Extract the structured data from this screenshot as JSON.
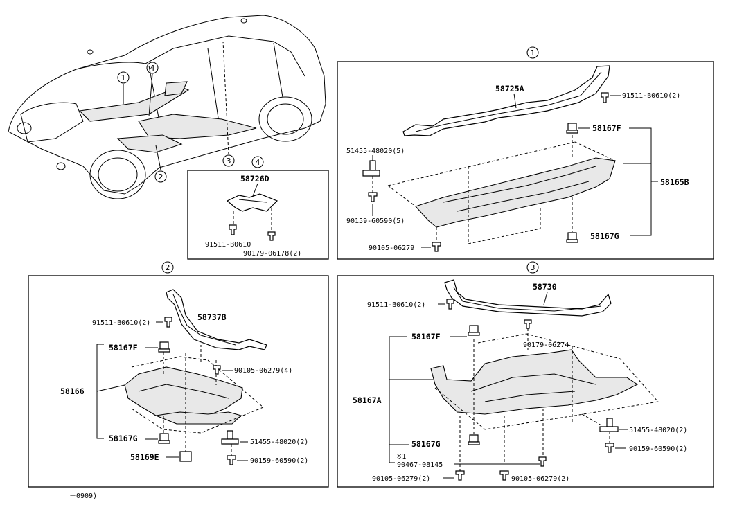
{
  "callouts": {
    "c1": "1",
    "c2": "2",
    "c3": "3",
    "c4": "4"
  },
  "panel1": {
    "marker": "1",
    "labels": {
      "p58725A": "58725A",
      "p91511": "91511-B0610(2)",
      "p58167F": "58167F",
      "p51455": "51455-48020(5)",
      "p58165B": "58165B",
      "p90159": "90159-60590(5)",
      "p58167G": "58167G",
      "p90105": "90105-06279"
    }
  },
  "panel2": {
    "marker": "2",
    "labels": {
      "p58737B": "58737B",
      "p91511": "91511-B0610(2)",
      "p58167F": "58167F",
      "p90105": "90105-06279(4)",
      "p58166": "58166",
      "p58167G": "58167G",
      "p51455": "51455-48020(2)",
      "p58169E": "58169E",
      "p90159": "90159-60590(2)"
    }
  },
  "panel3": {
    "marker": "3",
    "labels": {
      "p58730": "58730",
      "p91511": "91511-B0610(2)",
      "p58167F": "58167F",
      "p90179": "90179-06274",
      "p58167A": "58167A",
      "p51455": "51455-48020(2)",
      "p58167G": "58167G",
      "p90159": "90159-60590(2)",
      "note": "※1",
      "p90467": "90467-08145",
      "p90105a": "90105-06279(2)",
      "p90105b": "90105-06279(2)"
    }
  },
  "panel4": {
    "marker": "4",
    "labels": {
      "p58726D": "58726D",
      "p91511": "91511-B0610",
      "p90179": "90179-06178(2)"
    }
  },
  "footnote": "－0909)"
}
